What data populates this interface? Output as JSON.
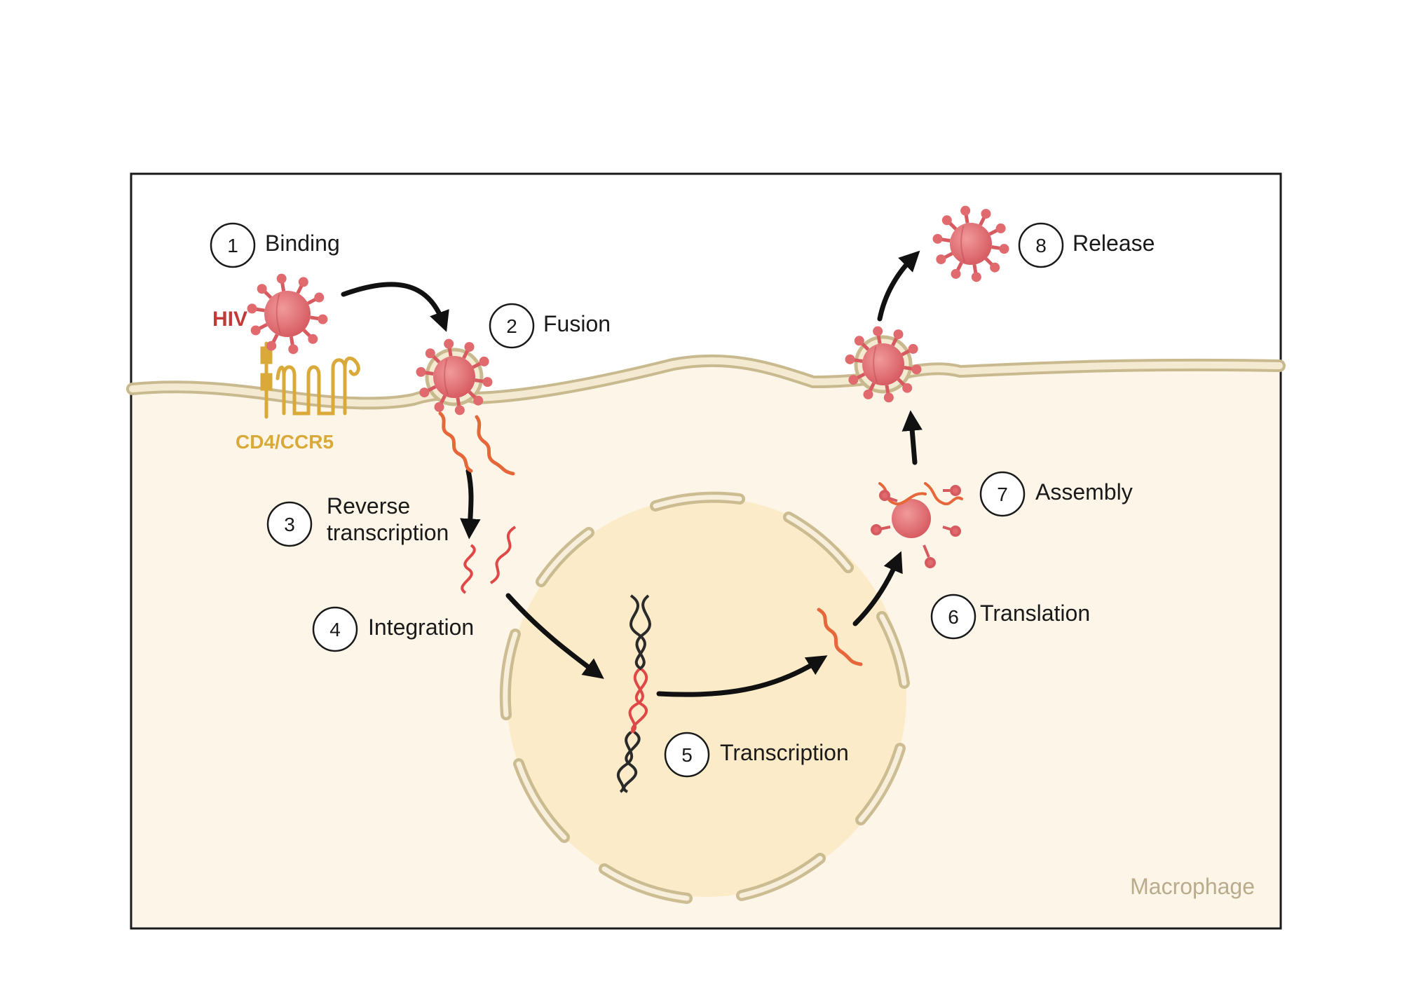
{
  "steps": [
    {
      "number": "1",
      "label_lines": [
        "Binding"
      ]
    },
    {
      "number": "2",
      "label_lines": [
        "Fusion"
      ]
    },
    {
      "number": "3",
      "label_lines": [
        "Reverse",
        "transcription"
      ]
    },
    {
      "number": "4",
      "label_lines": [
        "Integration"
      ]
    },
    {
      "number": "5",
      "label_lines": [
        "Transcription"
      ]
    },
    {
      "number": "6",
      "label_lines": [
        "Translation"
      ]
    },
    {
      "number": "7",
      "label_lines": [
        "Assembly"
      ]
    },
    {
      "number": "8",
      "label_lines": [
        "Release"
      ]
    }
  ],
  "labels": {
    "virus": "HIV",
    "receptor": "CD4/CCR5",
    "cell": "Macrophage"
  },
  "colors": {
    "frame": "#1a1a1a",
    "cytoplasm": "#fdf6e8",
    "membrane": "#e2d3b0",
    "membrane_edge": "#c9b98e",
    "nucleus": "#fbebc8",
    "virus": "#e06a6e",
    "virus_dark": "#c24a4f",
    "rna": "#e5673a",
    "dna_viral": "#e04848",
    "dna_host": "#2a2a2a",
    "receptor": "#d9a93a",
    "virus_label": "#c13a3a",
    "cell_label": "#b9ab8c",
    "arrow": "#111111"
  }
}
